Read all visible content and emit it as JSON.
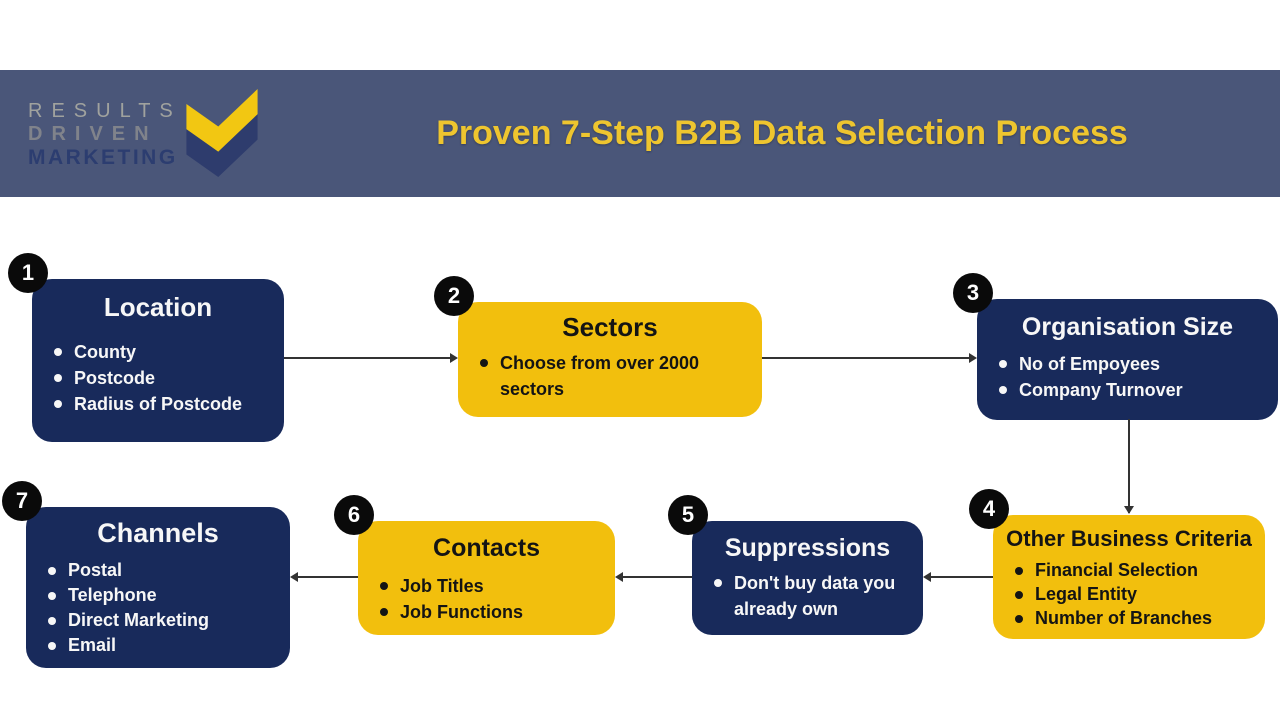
{
  "header": {
    "logo": {
      "line1": "RESULTS",
      "line2": "DRIVEN",
      "line3": "MARKETING"
    },
    "title": "Proven 7-Step B2B Data Selection Process"
  },
  "steps": [
    {
      "number": "1",
      "title": "Location",
      "bullets": [
        "County",
        "Postcode",
        "Radius of Postcode"
      ]
    },
    {
      "number": "2",
      "title": "Sectors",
      "bullets": [
        "Choose from over 2000 sectors"
      ]
    },
    {
      "number": "3",
      "title": "Organisation Size",
      "bullets": [
        "No of Empoyees",
        "Company Turnover"
      ]
    },
    {
      "number": "4",
      "title": "Other Business Criteria",
      "bullets": [
        "Financial Selection",
        "Legal Entity",
        "Number of Branches"
      ]
    },
    {
      "number": "5",
      "title": "Suppressions",
      "bullets": [
        "Don't buy data you already own"
      ]
    },
    {
      "number": "6",
      "title": "Contacts",
      "bullets": [
        "Job Titles",
        "Job Functions"
      ]
    },
    {
      "number": "7",
      "title": "Channels",
      "bullets": [
        "Postal",
        "Telephone",
        "Direct Marketing",
        "Email"
      ]
    }
  ],
  "colors": {
    "banner_bg": "#4a5679",
    "title_yellow": "#eec52f",
    "navy": "#182a5b",
    "yellow": "#f2bf0d",
    "badge_bg": "#0a0a0a",
    "line": "#333333",
    "white_text": "#f7f7f7",
    "black_text": "#141414",
    "logo_results": "#a0a29e",
    "logo_driven": "#80838b",
    "logo_marketing": "#2c3d70",
    "chevron_yellow": "#f2c712",
    "chevron_navy": "#2e3c6d"
  }
}
